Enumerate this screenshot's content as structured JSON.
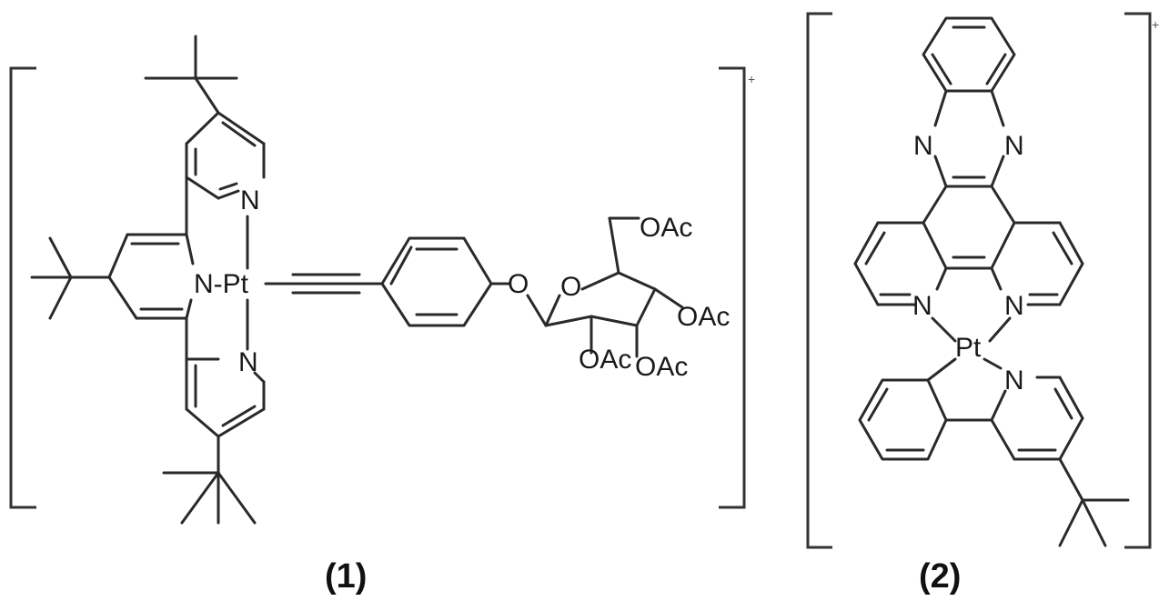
{
  "compound1": {
    "caption": "(1)",
    "charge": "+",
    "atoms": {
      "n_top": "N",
      "n_mid": "N-Pt",
      "n_bot": "N",
      "o_link": "O",
      "o_ring": "O",
      "oac_top": "OAc",
      "oac_right": "OAc",
      "oac_low1": "OAc",
      "oac_low2": "OAc"
    }
  },
  "compound2": {
    "caption": "(2)",
    "charge": "+",
    "atoms": {
      "n_top_left": "N",
      "n_top_right": "N",
      "n_phen_left": "N",
      "n_phen_right": "N",
      "pt": "Pt",
      "n_pyr": "N"
    }
  }
}
